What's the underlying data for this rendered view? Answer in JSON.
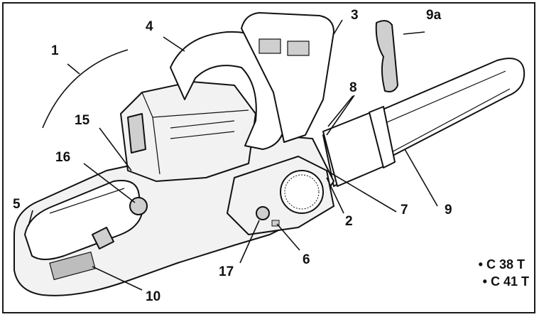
{
  "callouts": {
    "c1": "1",
    "c2": "2",
    "c3": "3",
    "c4": "4",
    "c5": "5",
    "c6": "6",
    "c7": "7",
    "c8": "8",
    "c9": "9",
    "c9a": "9a",
    "c10": "10",
    "c15": "15",
    "c16": "16",
    "c17": "17"
  },
  "models": [
    "• C 38 T",
    "• C 41 T"
  ],
  "colors": {
    "line": "#111111",
    "body_fill": "#f2f2f2",
    "shade_fill": "#cfcfcf"
  }
}
